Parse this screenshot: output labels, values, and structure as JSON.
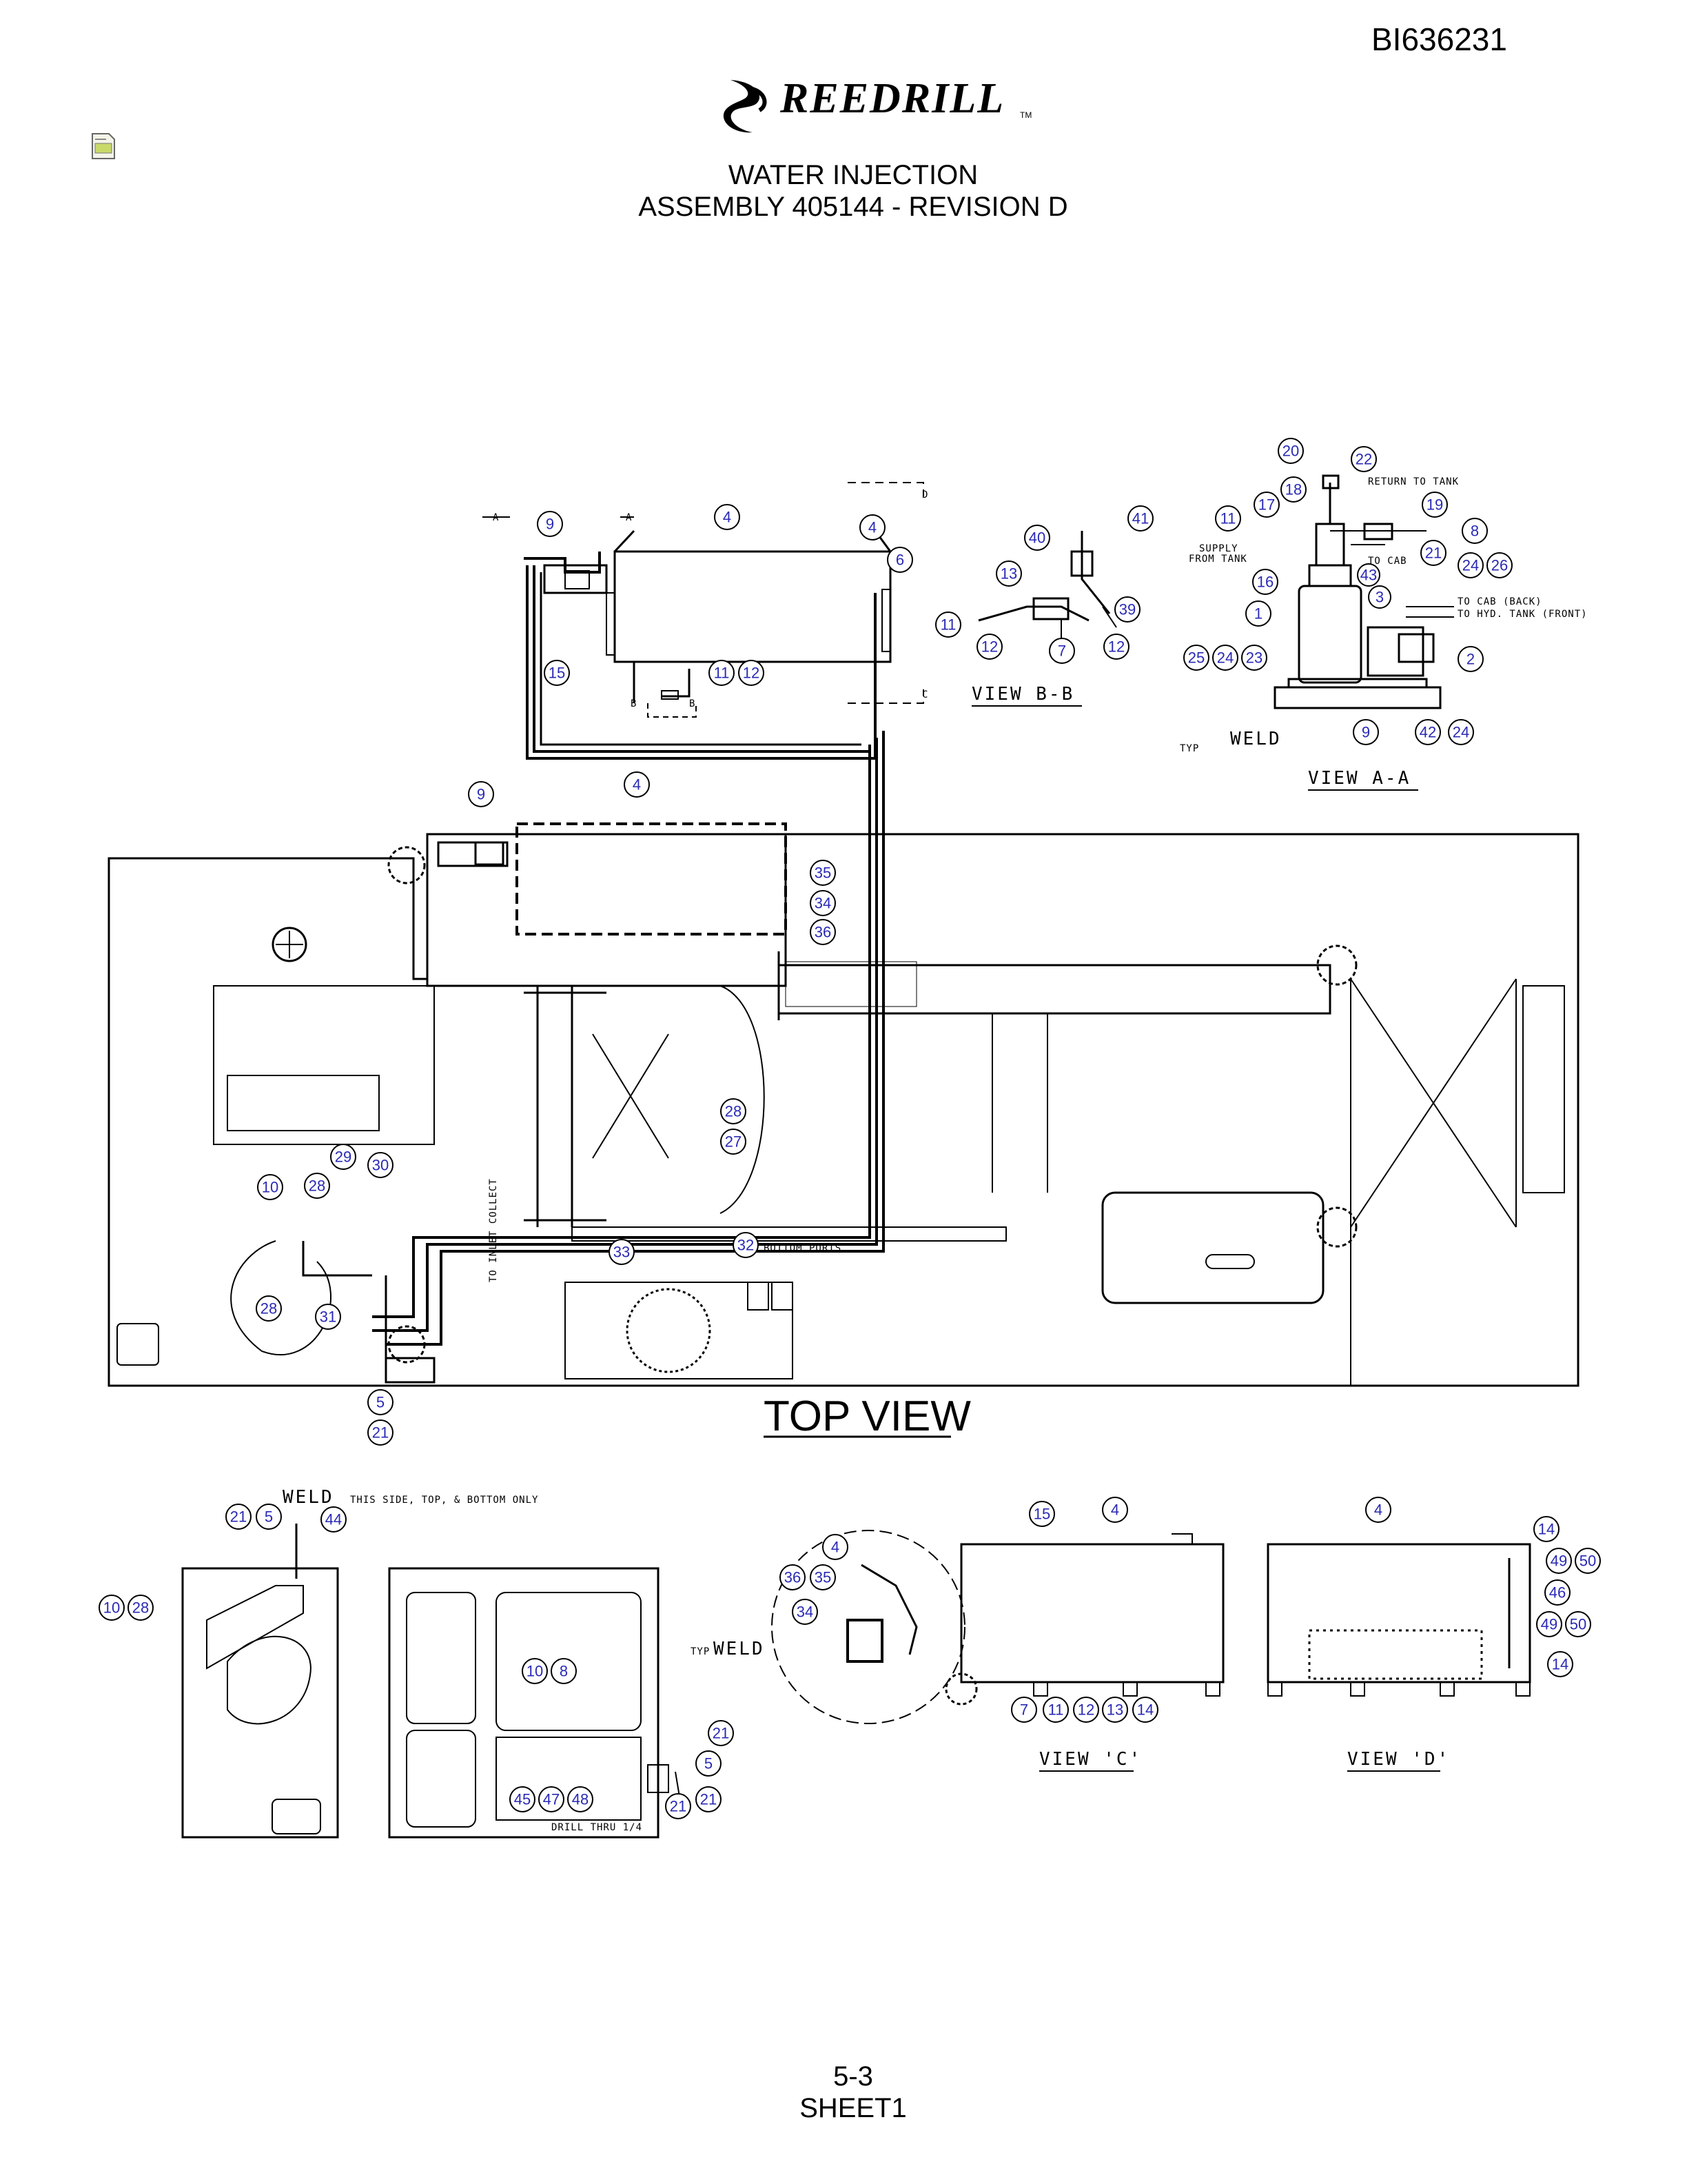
{
  "doc_number": "BI636231",
  "logo": {
    "text": "REEDRILL",
    "tm": "TM"
  },
  "title": {
    "line1": "WATER INJECTION",
    "line2": "ASSEMBLY 405144 - REVISION D"
  },
  "footer": {
    "page": "5-3",
    "sheet": "SHEET1"
  },
  "views": {
    "top_view": "TOP VIEW",
    "view_aa": "VIEW A-A",
    "view_bb": "VIEW B-B",
    "view_c": "VIEW 'C'",
    "view_d": "VIEW 'D'"
  },
  "notes": {
    "return_to_tank": "RETURN TO TANK",
    "supply_from_tank_1": "SUPPLY",
    "supply_from_tank_2": "FROM TANK",
    "to_cab": "TO CAB",
    "to_cab_back": "TO CAB (BACK)",
    "to_hyd_tank": "TO HYD. TANK (FRONT)",
    "typ": "TYP",
    "weld": "WELD",
    "weld_note": "THIS SIDE, TOP, & BOTTOM ONLY",
    "bottom_ports": "BOTTOM PORTS",
    "to_inlet_collect": "TO INLET COLLECT",
    "drill_thru": "DRILL THRU 1/4",
    "section_a": "A",
    "section_b": "B",
    "section_c": "C",
    "section_d": "D"
  },
  "balloons": {
    "b4_1": "4",
    "b4_2": "4",
    "b6": "6",
    "b9_1": "9",
    "b15": "15",
    "b11_1": "11",
    "b12_1": "12",
    "b40": "40",
    "b41": "41",
    "b13_1": "13",
    "b39": "39",
    "b11_2": "11",
    "b12_2": "12",
    "b7_1": "7",
    "b12_3": "12",
    "b20": "20",
    "b22": "22",
    "b18": "18",
    "b17": "17",
    "b19": "19",
    "b11_3": "11",
    "b8_1": "8",
    "b21_1": "21",
    "b24_1": "24",
    "b26": "26",
    "b16": "16",
    "b43": "43",
    "b3": "3",
    "b1": "1",
    "b2": "2",
    "b25": "25",
    "b24_2": "24",
    "b23": "23",
    "b9_2": "9",
    "b42": "42",
    "b24_3": "24",
    "b9_3": "9",
    "b4_3": "4",
    "b35_1": "35",
    "b34_1": "34",
    "b36_1": "36",
    "b28_1": "28",
    "b27": "27",
    "b29": "29",
    "b30": "30",
    "b10_1": "10",
    "b28_2": "28",
    "b28_3": "28",
    "b31": "31",
    "b33": "33",
    "b32": "32",
    "b5_1": "5",
    "b21_2": "21",
    "b21_3": "21",
    "b5_2": "5",
    "b44": "44",
    "b10_2": "10",
    "b28_4": "28",
    "b10_3": "10",
    "b8_2": "8",
    "b21_4": "21",
    "b5_3": "5",
    "b45": "45",
    "b47": "47",
    "b48": "48",
    "b21_5": "21",
    "b21_6": "21",
    "b4_4": "4",
    "b36_2": "36",
    "b35_2": "35",
    "b34_2": "34",
    "b15_2": "15",
    "b4_5": "4",
    "b7_2": "7",
    "b11_4": "11",
    "b12_4": "12",
    "b13_2": "13",
    "b14_1": "14",
    "b4_6": "4",
    "b14_2": "14",
    "b49_1": "49",
    "b50_1": "50",
    "b46": "46",
    "b49_2": "49",
    "b50_2": "50",
    "b14_3": "14"
  }
}
